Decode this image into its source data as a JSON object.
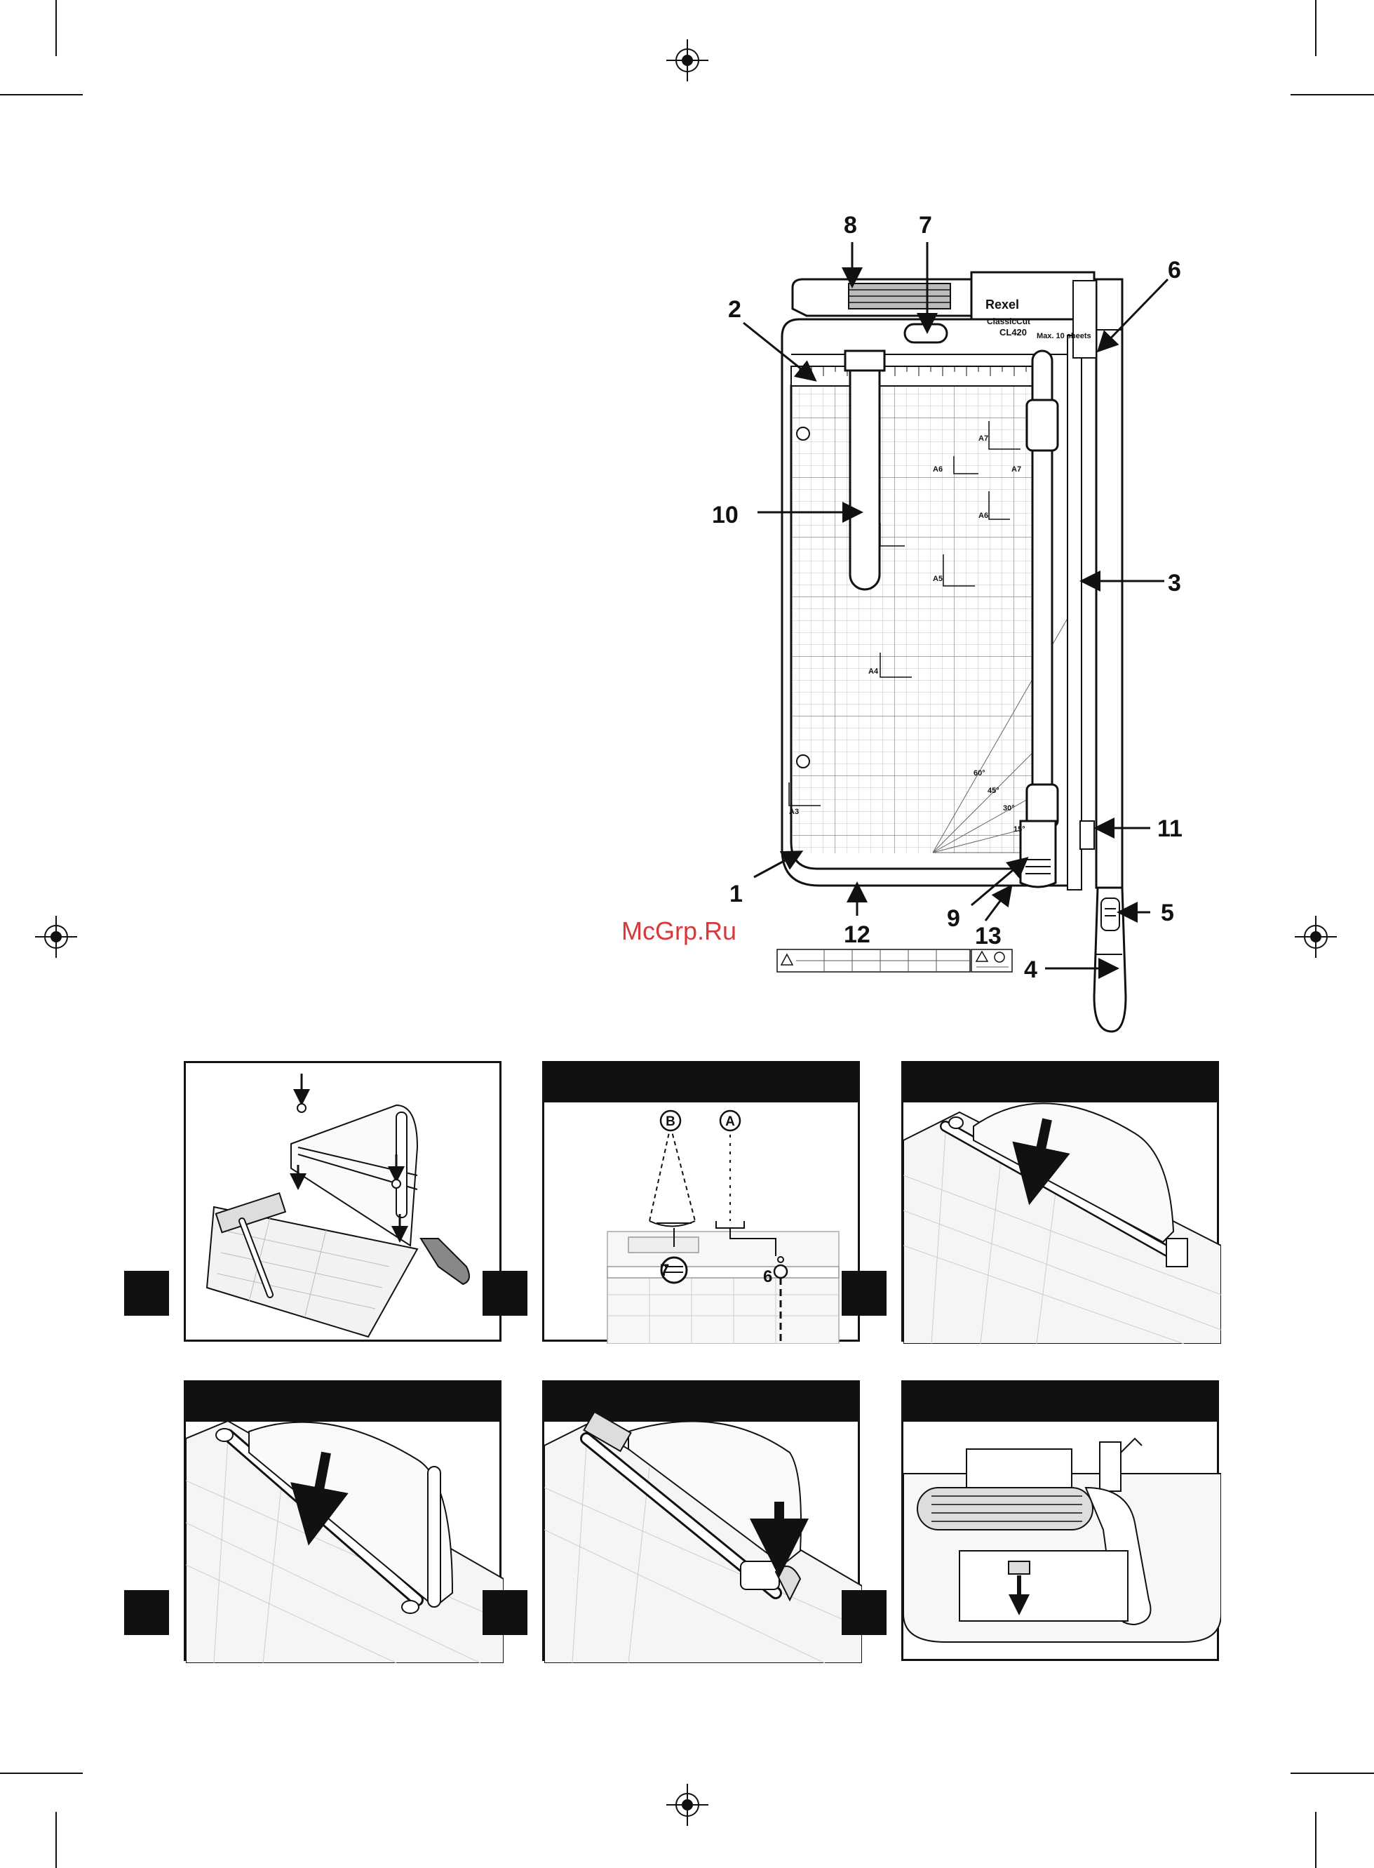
{
  "diagram": {
    "brand": "Rexel",
    "model_line1": "ClassicCut",
    "model_line2": "CL420",
    "max_sheets": "Max. 10 sheets",
    "callouts": [
      "1",
      "2",
      "3",
      "4",
      "5",
      "6",
      "7",
      "8",
      "9",
      "10",
      "11",
      "12",
      "13"
    ],
    "paper_marks": [
      "A3",
      "A4",
      "A5",
      "A6",
      "A6",
      "A7",
      "A7"
    ],
    "angles": [
      "60°",
      "45°",
      "30°",
      "15°"
    ]
  },
  "inset": {
    "labels": [
      "B",
      "A"
    ],
    "numbers": [
      "7",
      "6"
    ]
  },
  "watermark": "McGrp.Ru",
  "colors": {
    "ink": "#111111",
    "watermark": "#d9383a",
    "grid": "#bdbdbd"
  }
}
